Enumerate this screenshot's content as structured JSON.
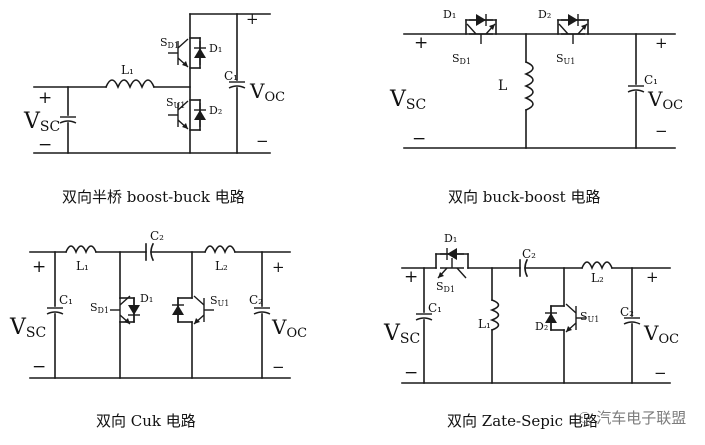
{
  "captions": {
    "c1": "双向半桥 boost-buck 电路",
    "c2": "双向 buck-boost 电路",
    "c3": "双向 Cuk 电路",
    "c4": "双向 Zate-Sepic 电路"
  },
  "watermark": "汽车电子联盟",
  "labels": {
    "plus": "+",
    "minus": "−",
    "vsc": "V",
    "vsc_sub": "SC",
    "voc": "V",
    "voc_sub": "OC",
    "L1": "L₁",
    "L": "L",
    "L2": "L₂",
    "C1": "C₁",
    "C2": "C₂",
    "D1": "D₁",
    "D2": "D₂",
    "SD1": "S",
    "SD1_sub": "D1",
    "SU1": "S",
    "SU1_sub": "U1"
  }
}
